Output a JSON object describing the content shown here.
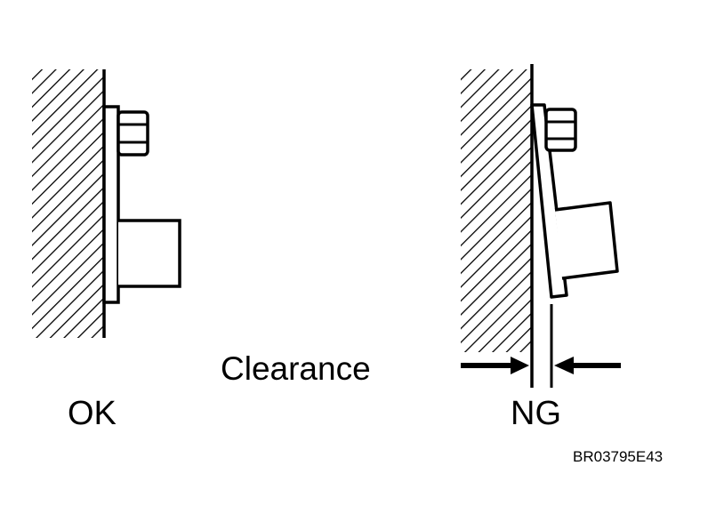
{
  "labels": {
    "ok": "OK",
    "ng": "NG",
    "clearance": "Clearance",
    "code": "BR03795E43"
  },
  "colors": {
    "ink": "#000000",
    "paper": "#ffffff"
  }
}
